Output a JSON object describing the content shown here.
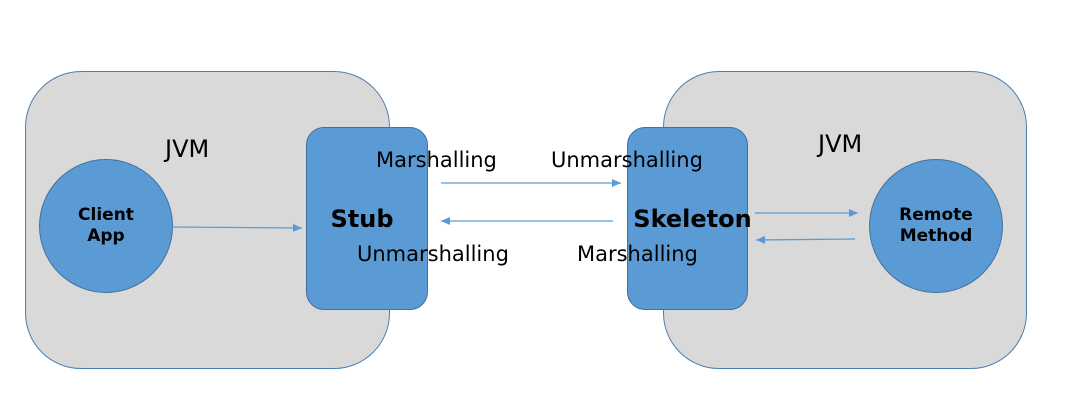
{
  "left_jvm": {
    "label": "JVM"
  },
  "right_jvm": {
    "label": "JVM"
  },
  "client_app": {
    "line1": "Client",
    "line2": "App"
  },
  "remote_method": {
    "line1": "Remote",
    "line2": "Method"
  },
  "stub": {
    "label": "Stub"
  },
  "skeleton": {
    "label": "Skeleton"
  },
  "flow_labels": {
    "stub_marshalling": "Marshalling",
    "skeleton_unmarshalling": "Unmarshalling",
    "stub_unmarshalling": "Unmarshalling",
    "skeleton_marshalling": "Marshalling"
  },
  "colors": {
    "container": "#d9d9d9",
    "node": "#5b9bd5",
    "arrow": "#5b9bd5"
  }
}
